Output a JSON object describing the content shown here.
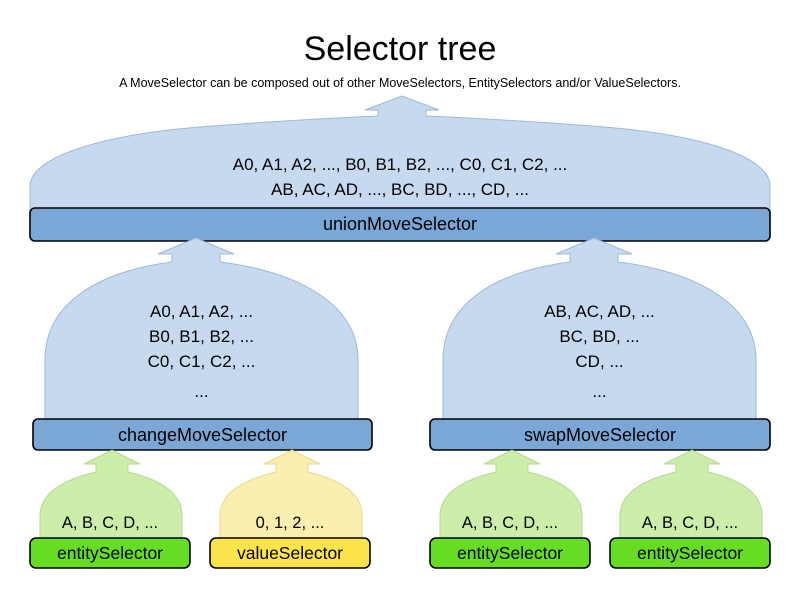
{
  "header": {
    "title": "Selector tree",
    "subtitle": "A MoveSelector can be composed out of other MoveSelectors, EntitySelectors and/or ValueSelectors."
  },
  "colors": {
    "move_dome_fill": "#C6D9EF",
    "move_bar_fill": "#7BA7D7",
    "entity_dome_fill": "#CCEEAA",
    "entity_bar_fill": "#66DD22",
    "value_dome_fill": "#FBEFB0",
    "value_bar_fill": "#FAE34B",
    "stroke": "#000000",
    "text": "#000000",
    "background": "#FFFFFF"
  },
  "tree": {
    "root": {
      "name": "unionMoveSelector",
      "label": "unionMoveSelector",
      "kind": "move-selector",
      "lines": [
        "A0, A1, A2, ..., B0, B1, B2, ..., C0, C1, C2, ...",
        "AB, AC, AD, ..., BC, BD, ..., CD, ..."
      ]
    },
    "level2": [
      {
        "name": "changeMoveSelector",
        "label": "changeMoveSelector",
        "kind": "move-selector",
        "lines": [
          "A0, A1, A2, ...",
          "B0, B1, B2, ...",
          "C0, C1, C2, ...",
          "..."
        ]
      },
      {
        "name": "swapMoveSelector",
        "label": "swapMoveSelector",
        "kind": "move-selector",
        "lines": [
          "AB, AC, AD, ...",
          "BC, BD, ...",
          "CD, ...",
          "..."
        ]
      }
    ],
    "level3": [
      {
        "name": "entitySelector-change",
        "label": "entitySelector",
        "kind": "entity-selector",
        "lines": [
          "A, B, C, D, ..."
        ]
      },
      {
        "name": "valueSelector-change",
        "label": "valueSelector",
        "kind": "value-selector",
        "lines": [
          "0, 1, 2, ..."
        ]
      },
      {
        "name": "entitySelector-swap-left",
        "label": "entitySelector",
        "kind": "entity-selector",
        "lines": [
          "A, B, C, D, ..."
        ]
      },
      {
        "name": "entitySelector-swap-right",
        "label": "entitySelector",
        "kind": "entity-selector",
        "lines": [
          "A, B, C, D, ..."
        ]
      }
    ]
  }
}
